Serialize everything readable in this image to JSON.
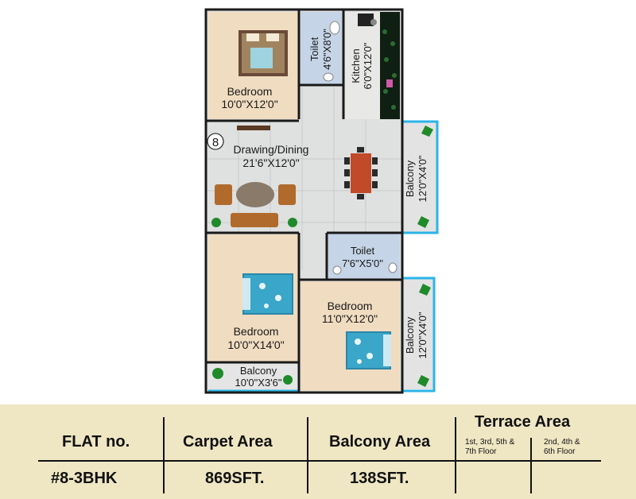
{
  "plan": {
    "unit_number": "8",
    "rooms": [
      {
        "id": "bedroom1",
        "name": "Bedroom",
        "size": "10'0\"X12'0\""
      },
      {
        "id": "toilet1",
        "name": "Toilet",
        "size": "4'6\"X8'0\""
      },
      {
        "id": "kitchen",
        "name": "Kitchen",
        "size": "6'0\"X12'0\""
      },
      {
        "id": "drawing",
        "name": "Drawing/Dining",
        "size": "21'6\"X12'0\""
      },
      {
        "id": "balcony_right_top",
        "name": "Balcony",
        "size": "12'0\"X4'0\""
      },
      {
        "id": "toilet2",
        "name": "Toilet",
        "size": "7'6\"X5'0\""
      },
      {
        "id": "bedroom2",
        "name": "Bedroom",
        "size": "11'0\"X12'0\""
      },
      {
        "id": "bedroom3",
        "name": "Bedroom",
        "size": "10'0\"X14'0\""
      },
      {
        "id": "balcony_right_bottom",
        "name": "Balcony",
        "size": "12'0\"X4'0\""
      },
      {
        "id": "balcony_bottom",
        "name": "Balcony",
        "size": "10'0\"X3'6\""
      }
    ]
  },
  "table": {
    "headers": {
      "flat_no": "FLAT no.",
      "carpet_area": "Carpet Area",
      "balcony_area": "Balcony Area",
      "terrace_area": "Terrace Area",
      "terrace_sub1": "1st, 3rd, 5th &",
      "terrace_sub1b": "7th Floor",
      "terrace_sub2": "2nd, 4th  &",
      "terrace_sub2b": "6th Floor"
    },
    "row": {
      "flat_no": "#8-3BHK",
      "carpet_area": "869SFT.",
      "balcony_area": "138SFT.",
      "terrace_odd": "",
      "terrace_even": ""
    }
  },
  "colors": {
    "wall": "#1a1a1a",
    "bedroom_floor": "#f0dcc0",
    "hall_floor": "#dfe0e0",
    "toilet_floor": "#c5d4e6",
    "kitchen_counter": "#0f1f12",
    "balcony_edge": "#2bb4e8",
    "plant": "#1f8a2a",
    "bed_cover": "#3aa6c9",
    "table_bg": "#efe6c3",
    "dining_table": "#c14a2a",
    "sofa": "#b06a2c",
    "rug": "#8a7a6a"
  }
}
